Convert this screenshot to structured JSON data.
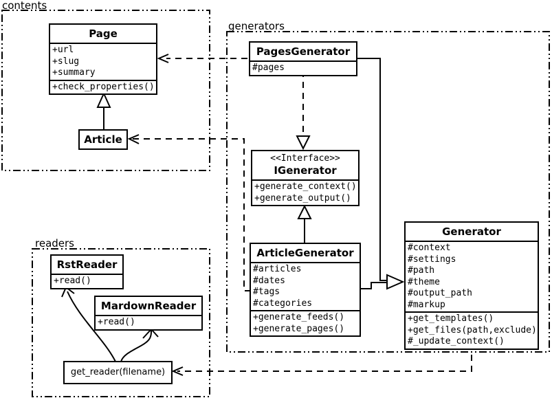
{
  "packages": {
    "contents": {
      "label": "contents"
    },
    "generators": {
      "label": "generators"
    },
    "readers": {
      "label": "readers"
    }
  },
  "classes": {
    "page": {
      "title": "Page",
      "attributes": [
        "+url",
        "+slug",
        "+summary"
      ],
      "methods": [
        "+check_properties()"
      ]
    },
    "article": {
      "title": "Article"
    },
    "pages_generator": {
      "title": "PagesGenerator",
      "attributes": [
        "#pages"
      ]
    },
    "igenerator": {
      "stereotype": "<<Interface>>",
      "title": "IGenerator",
      "methods": [
        "+generate_context()",
        "+generate_output()"
      ]
    },
    "article_generator": {
      "title": "ArticleGenerator",
      "attributes": [
        "#articles",
        "#dates",
        "#tags",
        "#categories"
      ],
      "methods": [
        "+generate_feeds()",
        "+generate_pages()"
      ]
    },
    "generator": {
      "title": "Generator",
      "attributes": [
        "#context",
        "#settings",
        "#path",
        "#theme",
        "#output_path",
        "#markup"
      ],
      "methods": [
        "+get_templates()",
        "+get_files(path,exclude)",
        "#_update_context()"
      ]
    },
    "rst_reader": {
      "title": "RstReader",
      "methods": [
        "+read()"
      ]
    },
    "markdown_reader": {
      "title": "MardownReader",
      "methods": [
        "+read()"
      ]
    },
    "get_reader": {
      "title": "get_reader(filename)"
    }
  },
  "relations": [
    {
      "from": "Article",
      "to": "Page",
      "type": "generalization"
    },
    {
      "from": "PagesGenerator",
      "to": "Page",
      "type": "dependency"
    },
    {
      "from": "ArticleGenerator",
      "to": "Article",
      "type": "dependency"
    },
    {
      "from": "PagesGenerator",
      "to": "IGenerator",
      "type": "realization"
    },
    {
      "from": "ArticleGenerator",
      "to": "IGenerator",
      "type": "generalization"
    },
    {
      "from": "PagesGenerator",
      "to": "Generator",
      "type": "generalization"
    },
    {
      "from": "ArticleGenerator",
      "to": "Generator",
      "type": "generalization"
    },
    {
      "from": "Generator",
      "to": "get_reader(filename)",
      "type": "dependency"
    },
    {
      "from": "get_reader(filename)",
      "to": "RstReader",
      "type": "call"
    },
    {
      "from": "get_reader(filename)",
      "to": "MardownReader",
      "type": "call"
    }
  ],
  "colors": {
    "line": "#000000",
    "background": "#ffffff"
  }
}
